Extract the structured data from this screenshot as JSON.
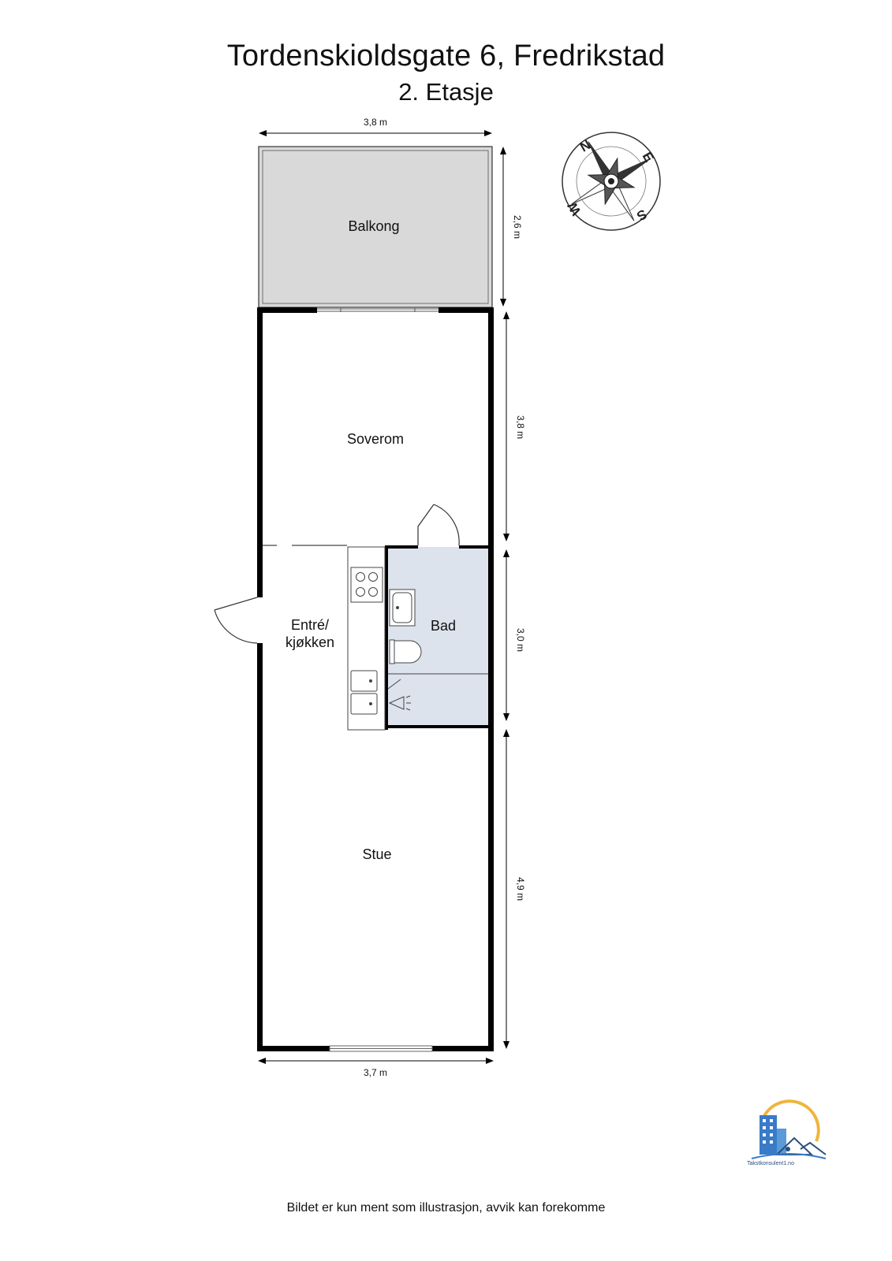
{
  "header": {
    "title": "Tordenskioldsgate 6, Fredrikstad",
    "subtitle": "2. Etasje"
  },
  "rooms": {
    "balkong": "Balkong",
    "soverom": "Soverom",
    "entre_line1": "Entré/",
    "entre_line2": "kjøkken",
    "bad": "Bad",
    "stue": "Stue"
  },
  "dimensions": {
    "top_width": "3,8 m",
    "bottom_width": "3,7 m",
    "balkong_depth": "2,6 m",
    "soverom_depth": "3,8 m",
    "middle_depth": "3,0 m",
    "stue_depth": "4,9 m"
  },
  "compass": {
    "n": "N",
    "e": "E",
    "s": "S",
    "w": "W"
  },
  "logo": {
    "text": "Takstkonsulent1.no"
  },
  "footer": {
    "disclaimer": "Bildet er kun ment som illustrasjon, avvik kan forekomme"
  },
  "colors": {
    "balkong_fill": "#d9d9d9",
    "bad_fill": "#dce3ec",
    "wall": "#000000",
    "logo_blue": "#3a7bc8",
    "logo_sun": "#f0b43c"
  }
}
